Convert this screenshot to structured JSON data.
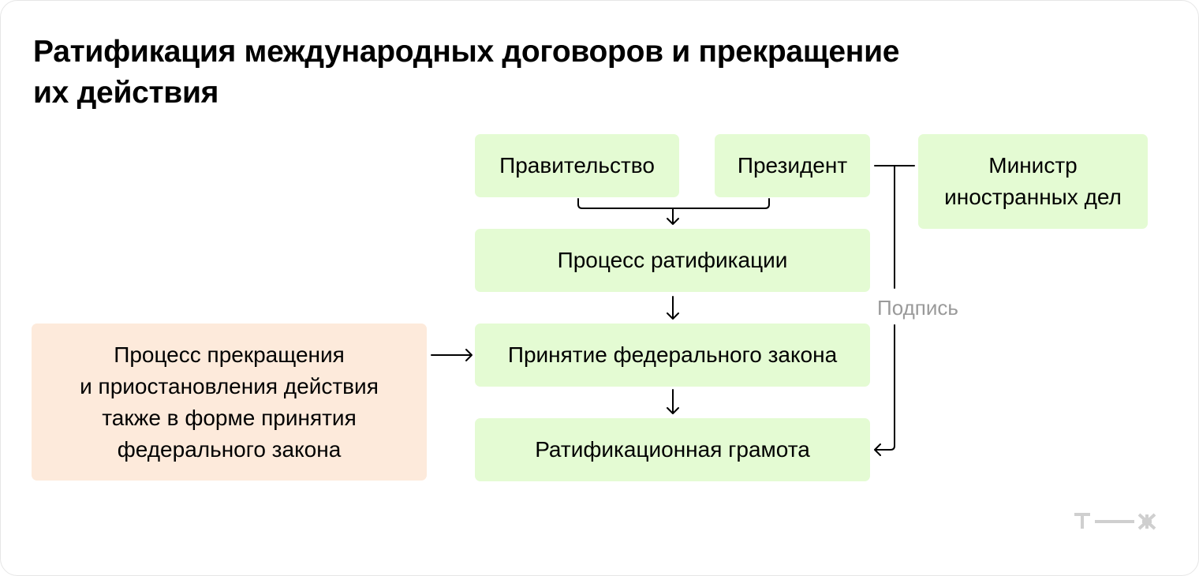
{
  "title": "Ратификация международных договоров и прекращение\nих действия",
  "nodes": {
    "government": "Правительство",
    "president": "Президент",
    "minister": "Министр\nиностранных дел",
    "ratification_process": "Процесс ратификации",
    "federal_law": "Принятие федерального закона",
    "instrument": "Ратификационная грамота",
    "termination": "Процесс прекращения\nи приостановления действия\nтакже в форме принятия\nфедерального закона"
  },
  "edge_labels": {
    "signature": "Подпись"
  },
  "logo_text": "т—ж",
  "colors": {
    "green_box": "#e4fbd3",
    "orange_box": "#fdeadb",
    "line": "#000000",
    "muted_text": "#9a9a9a"
  }
}
